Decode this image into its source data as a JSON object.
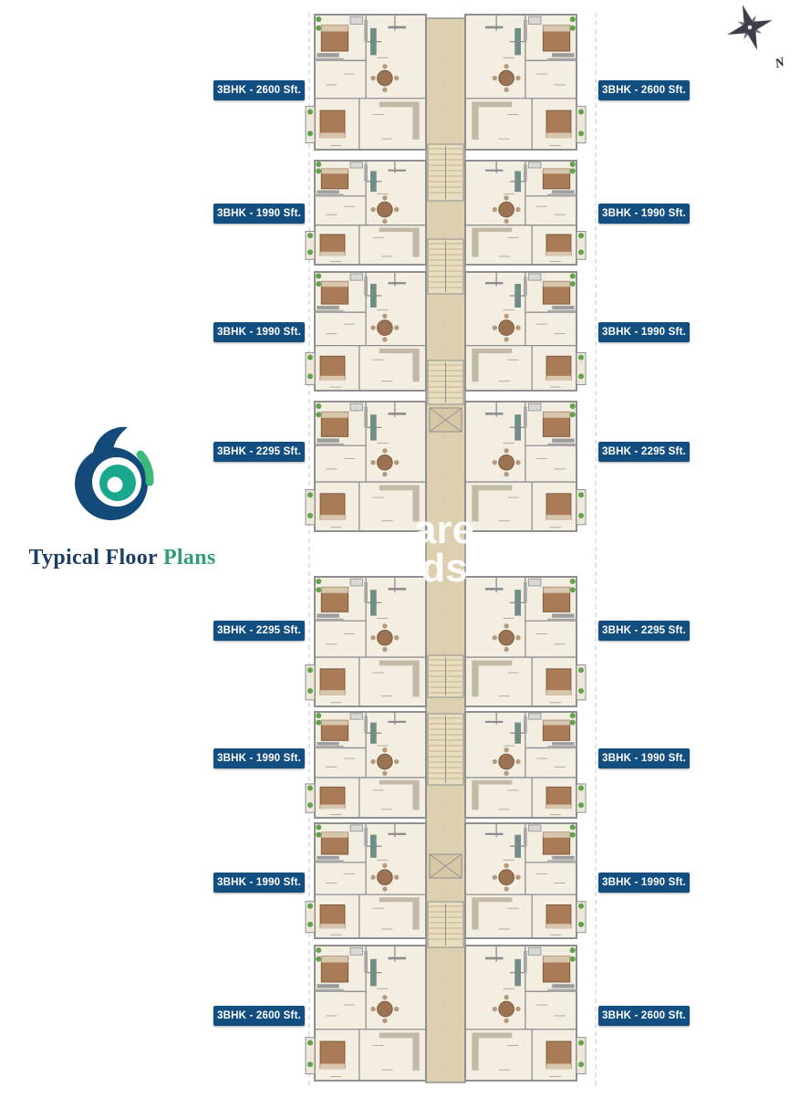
{
  "brand": {
    "title_primary": "Typical Floor",
    "title_accent": "Plans"
  },
  "compass": {
    "label": "N"
  },
  "watermark": {
    "line1": "are",
    "line2": "ds"
  },
  "unit_labels": {
    "left": [
      "3BHK - 2600 Sft.",
      "3BHK - 1990 Sft.",
      "3BHK - 1990 Sft.",
      "3BHK - 2295 Sft.",
      "3BHK - 2295 Sft.",
      "3BHK - 1990 Sft.",
      "3BHK - 1990 Sft.",
      "3BHK - 2600 Sft."
    ],
    "right": [
      "3BHK - 2600 Sft.",
      "3BHK - 1990 Sft.",
      "3BHK - 1990 Sft.",
      "3BHK - 2295 Sft.",
      "3BHK - 2295 Sft.",
      "3BHK - 1990 Sft.",
      "3BHK - 1990 Sft.",
      "3BHK - 2600 Sft."
    ]
  },
  "theme": {
    "label_bg": "#124f80",
    "label_text": "#ffffff",
    "title_primary": "#1d3d63",
    "title_accent": "#2f9e70",
    "logo_blue": "#134a7a",
    "logo_teal": "#19a78e",
    "logo_green": "#3cb878",
    "compass_color": "#3f3f4c",
    "plan_wall": "#8f8f8f",
    "plan_room": "#f3eee1",
    "plan_corridor": "#ddd0b0",
    "plan_stairs": "#e9ddc0",
    "furniture_brown": "#a97c57",
    "plant_green": "#61a24b"
  }
}
